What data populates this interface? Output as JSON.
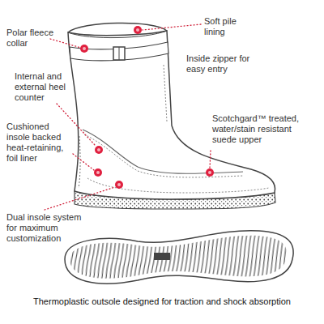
{
  "diagram": {
    "caption": "Thermoplastic outsole designed for traction and shock absorption",
    "labels": [
      "Polar fleece collar",
      "Soft pile lining",
      "Inside zipper for easy entry",
      "Internal and external heel counter",
      "Scotchgard™ treated, water/stain resistant suede upper",
      "Cushioned insole backed heat-retaining, foil liner",
      "Dual insole system for maximum customization"
    ]
  }
}
